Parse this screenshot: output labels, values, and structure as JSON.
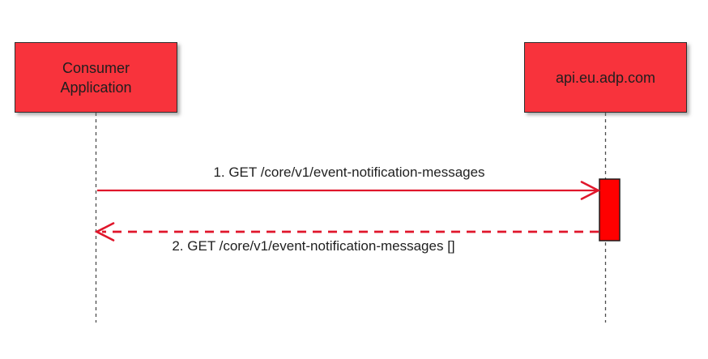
{
  "diagram": {
    "type": "sequence-diagram",
    "participants": [
      {
        "id": "consumer-application",
        "lines": [
          "Consumer",
          "Application"
        ]
      },
      {
        "id": "api-eu-adp-com",
        "lines": [
          "api.eu.adp.com"
        ]
      }
    ],
    "messages": [
      {
        "seq": "1",
        "label": "1. GET /core/v1/event-notification-messages",
        "from": "consumer-application",
        "to": "api-eu-adp-com",
        "line_style": "solid",
        "direction": "right"
      },
      {
        "seq": "2",
        "label": "2. GET /core/v1/event-notification-messages []",
        "from": "api-eu-adp-com",
        "to": "consumer-application",
        "line_style": "dashed",
        "direction": "left"
      }
    ],
    "colors": {
      "background": "#ffffff",
      "participant_fill": "#f8333c",
      "participant_border": "#2e2e2e",
      "activation_fill": "#ff0000",
      "activation_border": "#1f1f1f",
      "arrow": "#e0162b",
      "lifeline": "#4d4d4d",
      "text": "#1f1f1f"
    }
  }
}
